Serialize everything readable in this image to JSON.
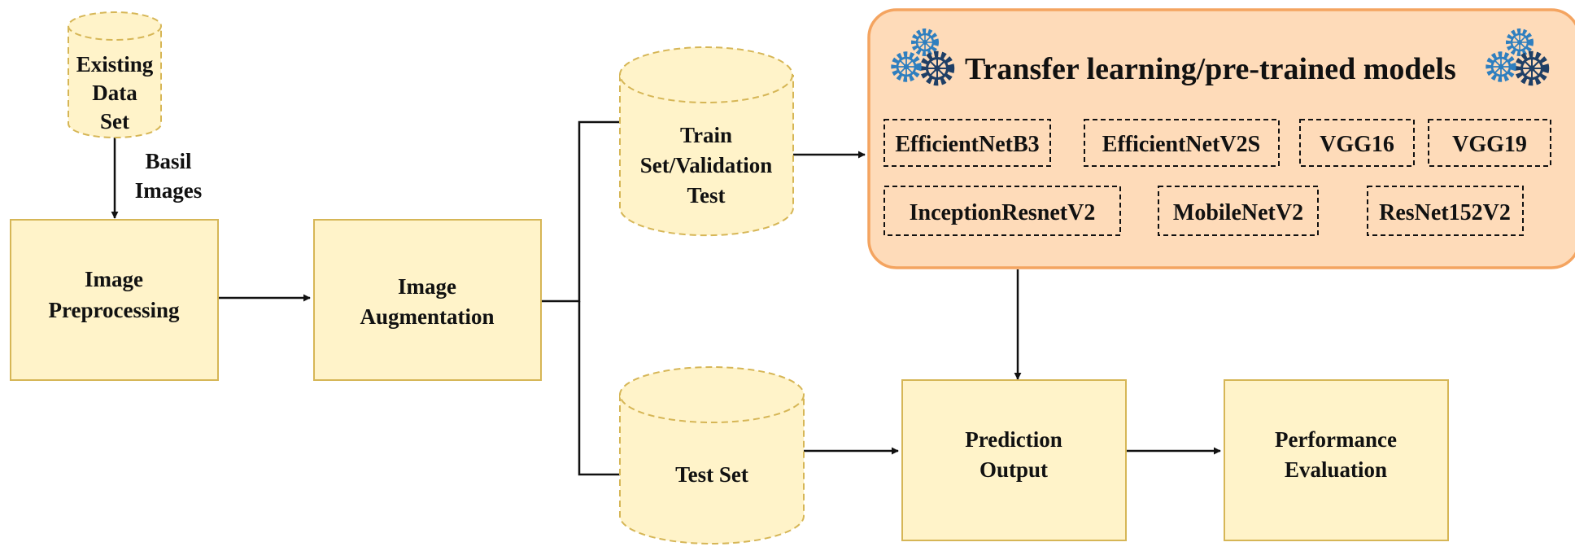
{
  "colors": {
    "box_fill": "#fff3c9",
    "box_stroke": "#d6b656",
    "panel_fill": "#fedbb9",
    "panel_stroke": "#f4a460",
    "line": "#111111",
    "gear_blue": "#2f7fbf",
    "gear_dark": "#1f3f66"
  },
  "nodes": {
    "existing_data": {
      "lines": [
        "Existing",
        "Data",
        "Set"
      ]
    },
    "basil_label": {
      "lines": [
        "Basil",
        "Images"
      ]
    },
    "preprocessing": {
      "lines": [
        "Image",
        "Preprocessing"
      ]
    },
    "augmentation": {
      "lines": [
        "Image",
        "Augmentation"
      ]
    },
    "train_set": {
      "lines": [
        "Train",
        "Set/Validation",
        "Test"
      ]
    },
    "test_set": {
      "lines": [
        "Test Set"
      ]
    },
    "prediction": {
      "lines": [
        "Prediction",
        "Output"
      ]
    },
    "performance": {
      "lines": [
        "Performance",
        "Evaluation"
      ]
    }
  },
  "panel": {
    "title": "Transfer learning/pre-trained models",
    "icons": [
      "gears-icon",
      "gears-icon"
    ],
    "models": [
      "EfficientNetB3",
      "EfficientNetV2S",
      "VGG16",
      "VGG19",
      "InceptionResnetV2",
      "MobileNetV2",
      "ResNet152V2"
    ]
  }
}
